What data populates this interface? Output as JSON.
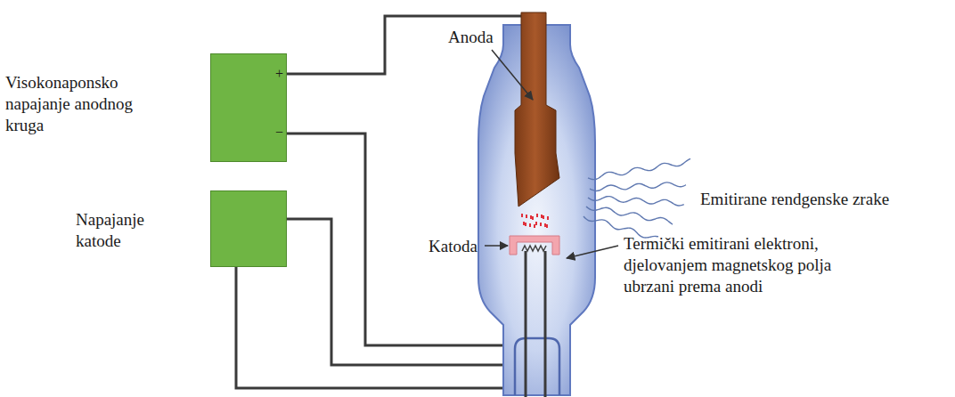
{
  "diagram": {
    "nodes": [
      {
        "text": [
          "Visokonaponsko napajanje anodnog kruga",
          "+",
          "−"
        ]
      },
      {
        "text": [
          "Napajanje katode"
        ]
      }
    ],
    "labels": [
      "Anoda",
      "Emitirane rendgenske zrake",
      "Katoda",
      "Termički emitirani elektroni, djelovanjem magnetskog polja ubrzani prema anodi"
    ]
  }
}
